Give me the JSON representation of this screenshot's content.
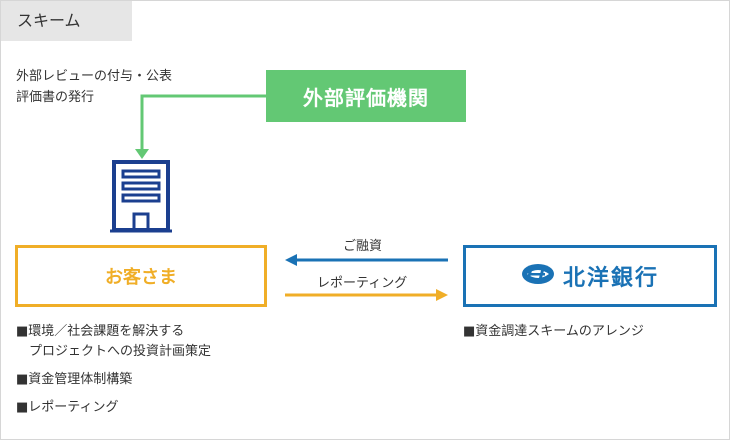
{
  "tab_label": "スキーム",
  "review_note": {
    "line1": "外部レビューの付与・公表",
    "line2": "評価書の発行"
  },
  "agency_label": "外部評価機関",
  "client_label": "お客さま",
  "bank_label": "北洋銀行",
  "flows": {
    "financing": "ご融資",
    "reporting": "レポーティング"
  },
  "client_roles": [
    {
      "line1": "■環境／社会課題を解決する",
      "line2": "プロジェクトへの投資計画策定"
    },
    {
      "line1": "■資金管理体制構築",
      "line2": ""
    },
    {
      "line1": "■レポーティング",
      "line2": ""
    }
  ],
  "bank_roles": [
    {
      "line1": "■資金調達スキームのアレンジ",
      "line2": ""
    }
  ],
  "colors": {
    "green": "#63c874",
    "orange": "#f0ae27",
    "blue": "#1a72b5",
    "navy": "#1b3f8f"
  },
  "icons": {
    "building": "office-building-icon",
    "bank_logo": "hokuyo-bank-logo-icon"
  }
}
